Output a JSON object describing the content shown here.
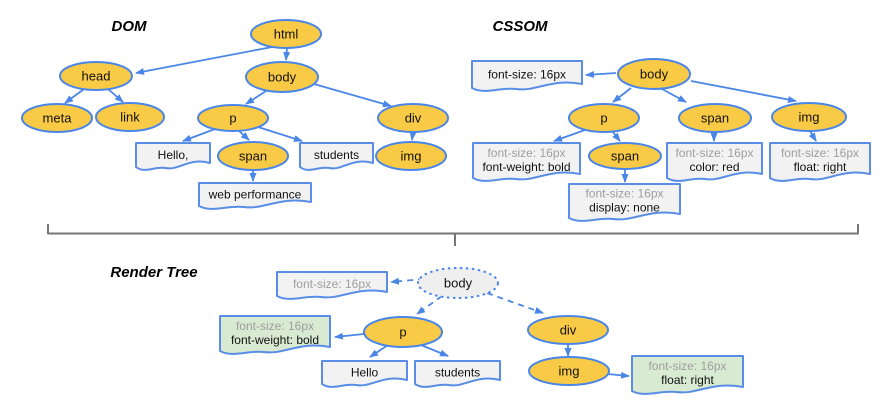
{
  "sections": {
    "dom": {
      "title": "DOM",
      "nodes": {
        "html": "html",
        "head": "head",
        "body": "body",
        "meta": "meta",
        "link": "link",
        "p": "p",
        "div": "div",
        "span": "span",
        "img": "img"
      },
      "text_nodes": {
        "hello": "Hello,",
        "students": "students",
        "web_performance": "web performance"
      }
    },
    "cssom": {
      "title": "CSSOM",
      "nodes": {
        "body": "body",
        "p": "p",
        "span_under_body": "span",
        "img": "img",
        "span_under_p": "span"
      },
      "style_rules": {
        "body": {
          "line1": "font-size: 16px"
        },
        "p": {
          "line1": "font-size: 16px",
          "line2": "font-weight: bold"
        },
        "span_under_body": {
          "line1": "font-size: 16px",
          "line2": "color: red"
        },
        "img": {
          "line1": "font-size: 16px",
          "line2": "float: right"
        },
        "span_under_p": {
          "line1": "font-size: 16px",
          "line2": "display: none"
        }
      }
    },
    "render_tree": {
      "title": "Render Tree",
      "nodes": {
        "body": "body",
        "p": "p",
        "div": "div",
        "img": "img"
      },
      "text_nodes": {
        "hello": "Hello",
        "students": "students"
      },
      "style_rules": {
        "body": {
          "line1": "font-size: 16px"
        },
        "p": {
          "line1": "font-size: 16px",
          "line2": "font-weight: bold"
        },
        "img": {
          "line1": "font-size: 16px",
          "line2": "float: right"
        }
      }
    }
  },
  "colors": {
    "node_fill": "#f9ca45",
    "node_stroke": "#4a86e8",
    "box_fill": "#f2f2f2",
    "box_stroke": "#5a8ee6",
    "green_box_fill": "#d9ead3",
    "render_body_fill": "#efefef",
    "muted_text": "#9e9e9e",
    "text": "#111111",
    "arrow": "#4a86e8",
    "brace": "#757575"
  }
}
